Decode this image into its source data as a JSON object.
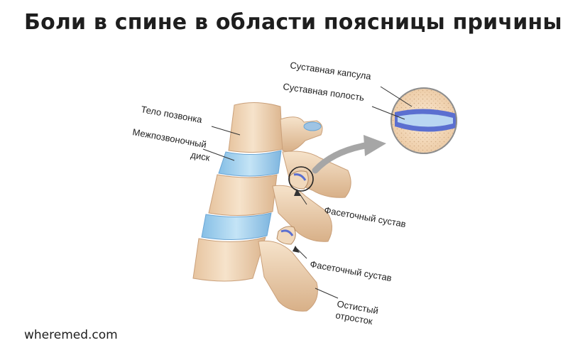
{
  "title": "Боли в спине в области поясницы причины",
  "labels": {
    "joint_capsule": "Суставная капсула",
    "joint_cavity": "Суставная полость",
    "vertebral_body": "Тело позвонка",
    "intervertebral_disc_line1": "Межпозвоночный",
    "intervertebral_disc_line2": "диск",
    "facet_joint_upper": "Фасеточный сустав",
    "facet_joint_lower": "Фасеточный сустав",
    "spinous_process_line1": "Остистый",
    "spinous_process_line2": "отросток"
  },
  "watermark": "wheremed.com",
  "colors": {
    "bone": "#f3dcc0",
    "bone_shadow": "#d9b48d",
    "disc": "#9fd0ee",
    "disc_edge": "#6aa6d6",
    "capsule": "#5b6fd0",
    "arrow": "#a6a6a6",
    "leader": "#333333"
  }
}
